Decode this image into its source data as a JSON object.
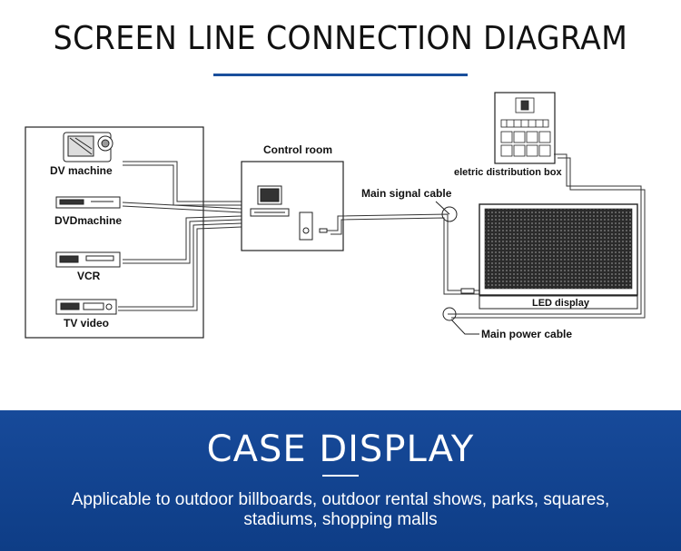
{
  "header": {
    "title": "SCREEN LINE CONNECTION DIAGRAM"
  },
  "diagram": {
    "devices": [
      "DV machine",
      "DVDmachine",
      "VCR",
      "TV video"
    ],
    "control_room": "Control room",
    "signal_cable": "Main signal cable",
    "distribution_box": "eletric distribution box",
    "led_display": "LED display",
    "power_cable": "Main power cable"
  },
  "banner": {
    "title": "CASE DISPLAY",
    "description": "Applicable to outdoor billboards, outdoor rental shows, parks, squares, stadiums, shopping malls"
  },
  "colors": {
    "accent": "#1a4f9c",
    "banner": "#174a9a",
    "line": "#222222"
  }
}
